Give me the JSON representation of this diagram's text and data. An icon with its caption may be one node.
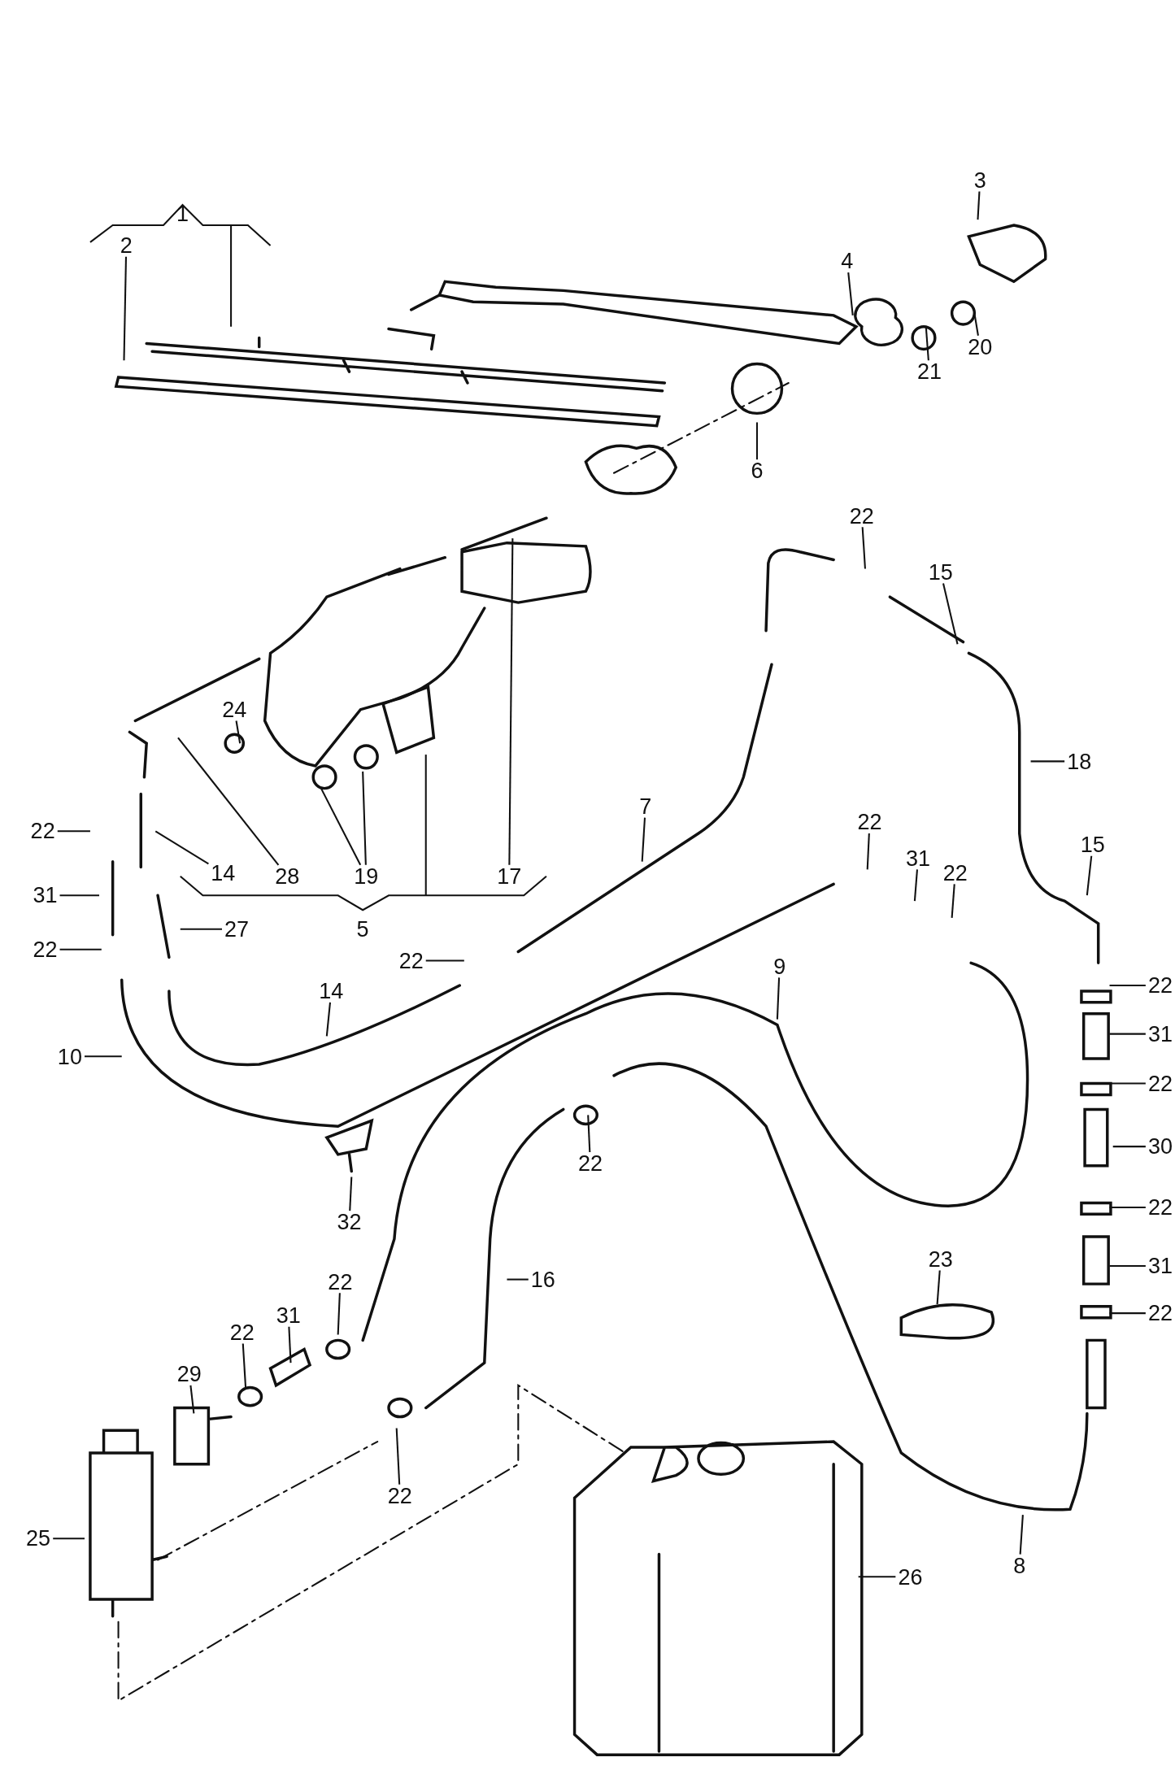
{
  "diagram": {
    "nodes": [
      {
        "text": [
          "3"
        ]
      },
      {
        "text": [
          "2"
        ]
      },
      {
        "text": [
          "4"
        ]
      },
      {
        "text": [
          "21"
        ]
      },
      {
        "text": [
          "20"
        ]
      },
      {
        "text": [
          "6"
        ]
      },
      {
        "text": [
          "22"
        ]
      },
      {
        "text": [
          "15"
        ]
      },
      {
        "text": [
          "18"
        ]
      },
      {
        "text": [
          "24"
        ]
      },
      {
        "text": [
          "19"
        ]
      },
      {
        "text": [
          "28"
        ]
      },
      {
        "text": [
          "17"
        ]
      },
      {
        "text": [
          "14"
        ]
      },
      {
        "text": [
          "22"
        ]
      },
      {
        "text": [
          "31"
        ]
      },
      {
        "text": [
          "22"
        ]
      },
      {
        "text": [
          "27"
        ]
      },
      {
        "text": [
          "7"
        ]
      },
      {
        "text": [
          "22"
        ]
      },
      {
        "text": [
          "31"
        ]
      },
      {
        "text": [
          "22"
        ]
      },
      {
        "text": [
          "15"
        ]
      },
      {
        "text": [
          "22"
        ]
      },
      {
        "text": [
          "14"
        ]
      },
      {
        "text": [
          "10"
        ]
      },
      {
        "text": [
          "9"
        ]
      },
      {
        "text": [
          "22"
        ]
      },
      {
        "text": [
          "31"
        ]
      },
      {
        "text": [
          "22"
        ]
      },
      {
        "text": [
          "30"
        ]
      },
      {
        "text": [
          "22"
        ]
      },
      {
        "text": [
          "31"
        ]
      },
      {
        "text": [
          "22"
        ]
      },
      {
        "text": [
          "32"
        ]
      },
      {
        "text": [
          "22"
        ]
      },
      {
        "text": [
          "16"
        ]
      },
      {
        "text": [
          "23"
        ]
      },
      {
        "text": [
          "22"
        ]
      },
      {
        "text": [
          "31"
        ]
      },
      {
        "text": [
          "22"
        ]
      },
      {
        "text": [
          "29"
        ]
      },
      {
        "text": [
          "25"
        ]
      },
      {
        "text": [
          "22"
        ]
      },
      {
        "text": [
          "26"
        ]
      },
      {
        "text": [
          "8"
        ]
      }
    ],
    "edges": [
      {
        "from": 0,
        "to": null,
        "arrow": "none"
      },
      {
        "from": 1,
        "to": null,
        "arrow": "none"
      },
      {
        "from": 2,
        "to": null,
        "arrow": "none"
      },
      {
        "from": 3,
        "to": null,
        "arrow": "none"
      },
      {
        "from": 4,
        "to": null,
        "arrow": "none"
      },
      {
        "from": 5,
        "to": null,
        "arrow": "none"
      },
      {
        "from": 6,
        "to": null,
        "arrow": "none"
      },
      {
        "from": 7,
        "to": null,
        "arrow": "none"
      },
      {
        "from": 8,
        "to": null,
        "arrow": "none"
      },
      {
        "from": 9,
        "to": null,
        "arrow": "none"
      },
      {
        "from": 10,
        "to": null,
        "arrow": "none"
      },
      {
        "from": 10,
        "to": null,
        "arrow": "none"
      },
      {
        "from": 11,
        "to": null,
        "arrow": "none"
      },
      {
        "from": 12,
        "to": null,
        "arrow": "none"
      },
      {
        "from": 13,
        "to": null,
        "arrow": "none"
      },
      {
        "from": 14,
        "to": null,
        "arrow": "none"
      },
      {
        "from": 15,
        "to": null,
        "arrow": "none"
      },
      {
        "from": 16,
        "to": null,
        "arrow": "none"
      },
      {
        "from": 17,
        "to": null,
        "arrow": "none"
      },
      {
        "from": 18,
        "to": null,
        "arrow": "none"
      },
      {
        "from": 19,
        "to": null,
        "arrow": "none"
      },
      {
        "from": 20,
        "to": null,
        "arrow": "none"
      },
      {
        "from": 21,
        "to": null,
        "arrow": "none"
      },
      {
        "from": 22,
        "to": null,
        "arrow": "none"
      },
      {
        "from": 23,
        "to": null,
        "arrow": "none"
      },
      {
        "from": 24,
        "to": null,
        "arrow": "none"
      },
      {
        "from": 25,
        "to": null,
        "arrow": "none"
      },
      {
        "from": 26,
        "to": null,
        "arrow": "none"
      },
      {
        "from": 27,
        "to": null,
        "arrow": "none"
      },
      {
        "from": 28,
        "to": null,
        "arrow": "none"
      },
      {
        "from": 29,
        "to": null,
        "arrow": "none"
      },
      {
        "from": 30,
        "to": null,
        "arrow": "none"
      },
      {
        "from": 31,
        "to": null,
        "arrow": "none"
      },
      {
        "from": 32,
        "to": null,
        "arrow": "none"
      },
      {
        "from": 33,
        "to": null,
        "arrow": "none"
      },
      {
        "from": 34,
        "to": null,
        "arrow": "none"
      },
      {
        "from": 35,
        "to": null,
        "arrow": "none"
      },
      {
        "from": 36,
        "to": null,
        "arrow": "none"
      },
      {
        "from": 37,
        "to": null,
        "arrow": "none"
      },
      {
        "from": 38,
        "to": null,
        "arrow": "none"
      },
      {
        "from": 39,
        "to": null,
        "arrow": "none"
      },
      {
        "from": 40,
        "to": null,
        "arrow": "none"
      },
      {
        "from": 41,
        "to": null,
        "arrow": "none"
      },
      {
        "from": 42,
        "to": null,
        "arrow": "none"
      },
      {
        "from": 43,
        "to": null,
        "arrow": "none"
      },
      {
        "from": 44,
        "to": null,
        "arrow": "none"
      },
      {
        "from": 45,
        "to": null,
        "arrow": "none"
      }
    ],
    "labels": [
      "1",
      "5"
    ]
  }
}
